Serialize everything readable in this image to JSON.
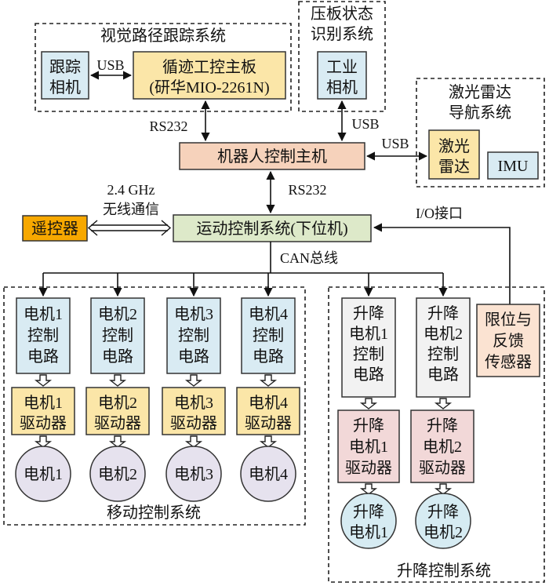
{
  "colors": {
    "blue": "#d9ebf3",
    "yellow": "#fbe6a8",
    "salmon": "#f6d2bb",
    "green": "#dde9c9",
    "orange": "#f7a800",
    "grey": "#f2f2f2",
    "pink": "#f2d8d8",
    "motor": "#e6e2ee",
    "lift_motor": "#d6ebf2",
    "peach": "#fbe3d2"
  },
  "groups": {
    "visual": "视觉路径跟踪系统",
    "pressure_line1": "压板状态",
    "pressure_line2": "识别系统",
    "laser_line1": "激光雷达",
    "laser_line2": "导航系统",
    "mobile": "移动控制系统",
    "lift": "升降控制系统"
  },
  "nodes": {
    "track_camera": [
      "跟踪",
      "相机"
    ],
    "main_board": [
      "循迹工控主板",
      "(研华MIO-2261N)"
    ],
    "industrial_camera": [
      "工业",
      "相机"
    ],
    "laser_radar": [
      "激光",
      "雷达"
    ],
    "imu": "IMU",
    "host": "机器人控制主机",
    "remote": "遥控器",
    "motion": "运动控制系统(下位机)",
    "limit_sensor": [
      "限位与",
      "反馈",
      "传感器"
    ],
    "motor_ctrl": [
      [
        "电机1",
        "控制",
        "电路"
      ],
      [
        "电机2",
        "控制",
        "电路"
      ],
      [
        "电机3",
        "控制",
        "电路"
      ],
      [
        "电机4",
        "控制",
        "电路"
      ]
    ],
    "motor_drv": [
      [
        "电机1",
        "驱动器"
      ],
      [
        "电机2",
        "驱动器"
      ],
      [
        "电机3",
        "驱动器"
      ],
      [
        "电机4",
        "驱动器"
      ]
    ],
    "motors": [
      "电机1",
      "电机2",
      "电机3",
      "电机4"
    ],
    "lift_ctrl": [
      [
        "升降",
        "电机1",
        "控制",
        "电路"
      ],
      [
        "升降",
        "电机2",
        "控制",
        "电路"
      ]
    ],
    "lift_drv": [
      [
        "升降",
        "电机1",
        "驱动器"
      ],
      [
        "升降",
        "电机2",
        "驱动器"
      ]
    ],
    "lift_motors": [
      [
        "升降",
        "电机1"
      ],
      [
        "升降",
        "电机2"
      ]
    ]
  },
  "links": {
    "usb_camera": "USB",
    "rs232_board": "RS232",
    "usb_industrial": "USB",
    "usb_laser": "USB",
    "rs232_motion": "RS232",
    "wireless_line1": "2.4 GHz",
    "wireless_line2": "无线通信",
    "io": "I/O接口",
    "can": "CAN总线"
  }
}
